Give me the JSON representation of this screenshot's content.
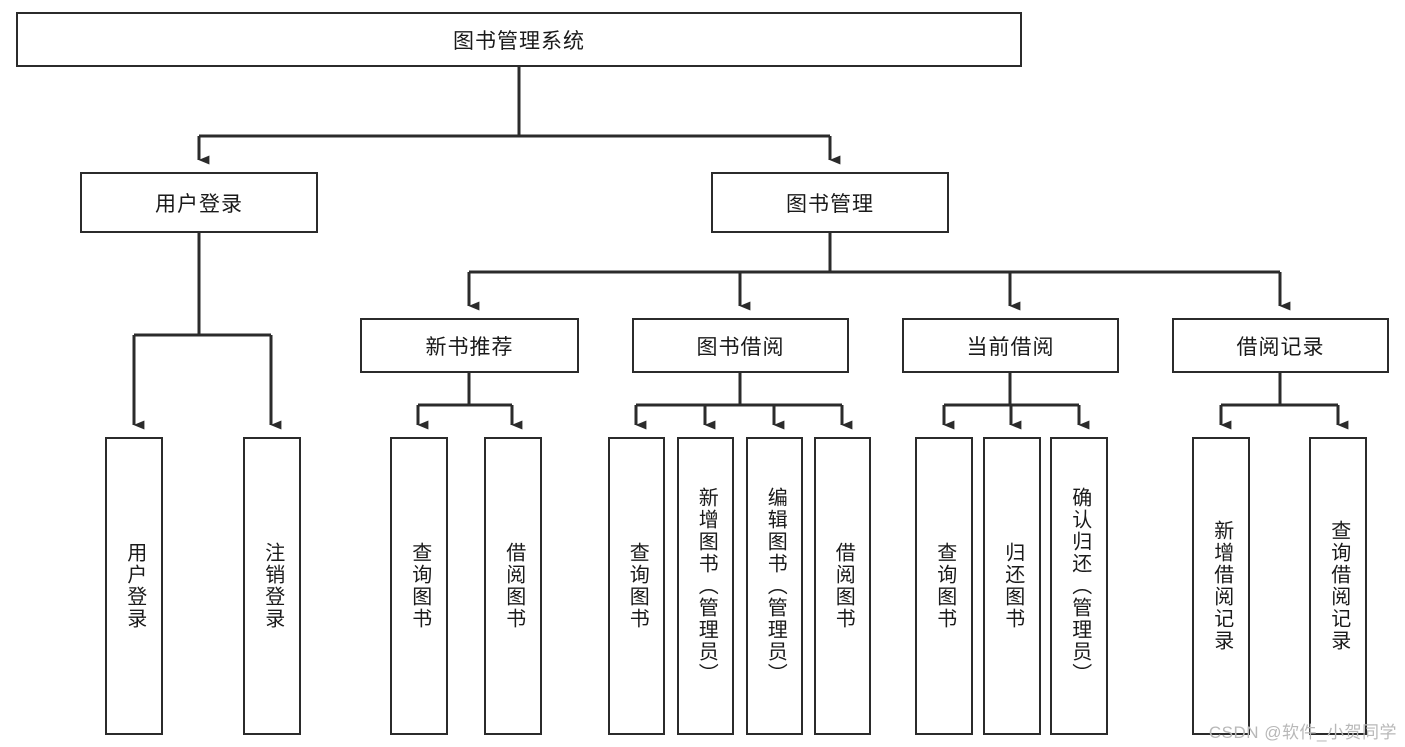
{
  "diagram": {
    "type": "tree",
    "title": "图书管理系统",
    "background_color": "#ffffff",
    "stroke_color": "#2b2b2b",
    "text_color": "#1a1a1a",
    "watermark": "CSDN @软件_小贺同学",
    "root": {
      "label": "图书管理系统"
    },
    "level2": [
      {
        "label": "用户登录"
      },
      {
        "label": "图书管理"
      }
    ],
    "level3": [
      {
        "label": "新书推荐"
      },
      {
        "label": "图书借阅"
      },
      {
        "label": "当前借阅"
      },
      {
        "label": "借阅记录"
      }
    ],
    "leaves": {
      "user_login": [
        {
          "label": "用户登录"
        },
        {
          "label": "注销登录"
        }
      ],
      "new_book_recommend": [
        {
          "label": "查询图书"
        },
        {
          "label": "借阅图书"
        }
      ],
      "book_borrow": [
        {
          "label": "查询图书"
        },
        {
          "label": "新增图书（管理员）"
        },
        {
          "label": "编辑图书（管理员）"
        },
        {
          "label": "借阅图书"
        }
      ],
      "current_borrow": [
        {
          "label": "查询图书"
        },
        {
          "label": "归还图书"
        },
        {
          "label": "确认归还（管理员）"
        }
      ],
      "borrow_record": [
        {
          "label": "新增借阅记录"
        },
        {
          "label": "查询借阅记录"
        }
      ]
    }
  }
}
